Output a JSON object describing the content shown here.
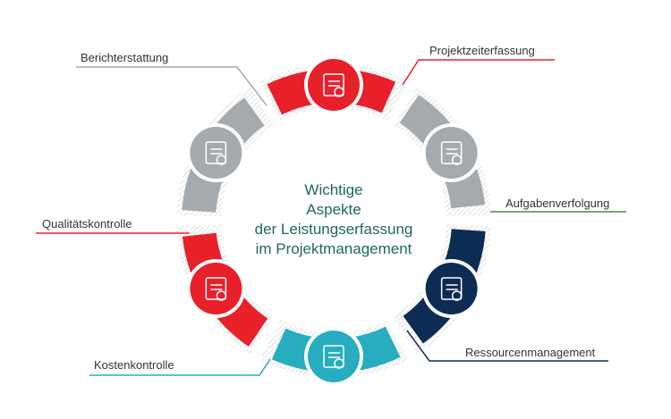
{
  "title_lines": [
    "Wichtige",
    "Aspekte",
    "der Leistungserfassung",
    "im Projektmanagement"
  ],
  "segments": [
    {
      "label": "Projektzeiterfassung",
      "color": "#e8202a",
      "icon": "gear-clock-icon"
    },
    {
      "label": "Aufgabenverfolgung",
      "color": "#a4aaae",
      "icon": "workflow-people-icon",
      "line_color": "#4f8a3c"
    },
    {
      "label": "Ressourcenmanagement",
      "color": "#0d2c54",
      "icon": "resource-gear-chart-icon"
    },
    {
      "label": "Kostenkontrolle",
      "color": "#27adbf",
      "icon": "money-checklist-icon"
    },
    {
      "label": "Qualitätskontrolle",
      "color": "#e8202a",
      "icon": "gear-magnifier-check-icon"
    },
    {
      "label": "Berichterstattung",
      "color": "#a4aaae",
      "icon": "clipboard-checklist-icon"
    }
  ]
}
